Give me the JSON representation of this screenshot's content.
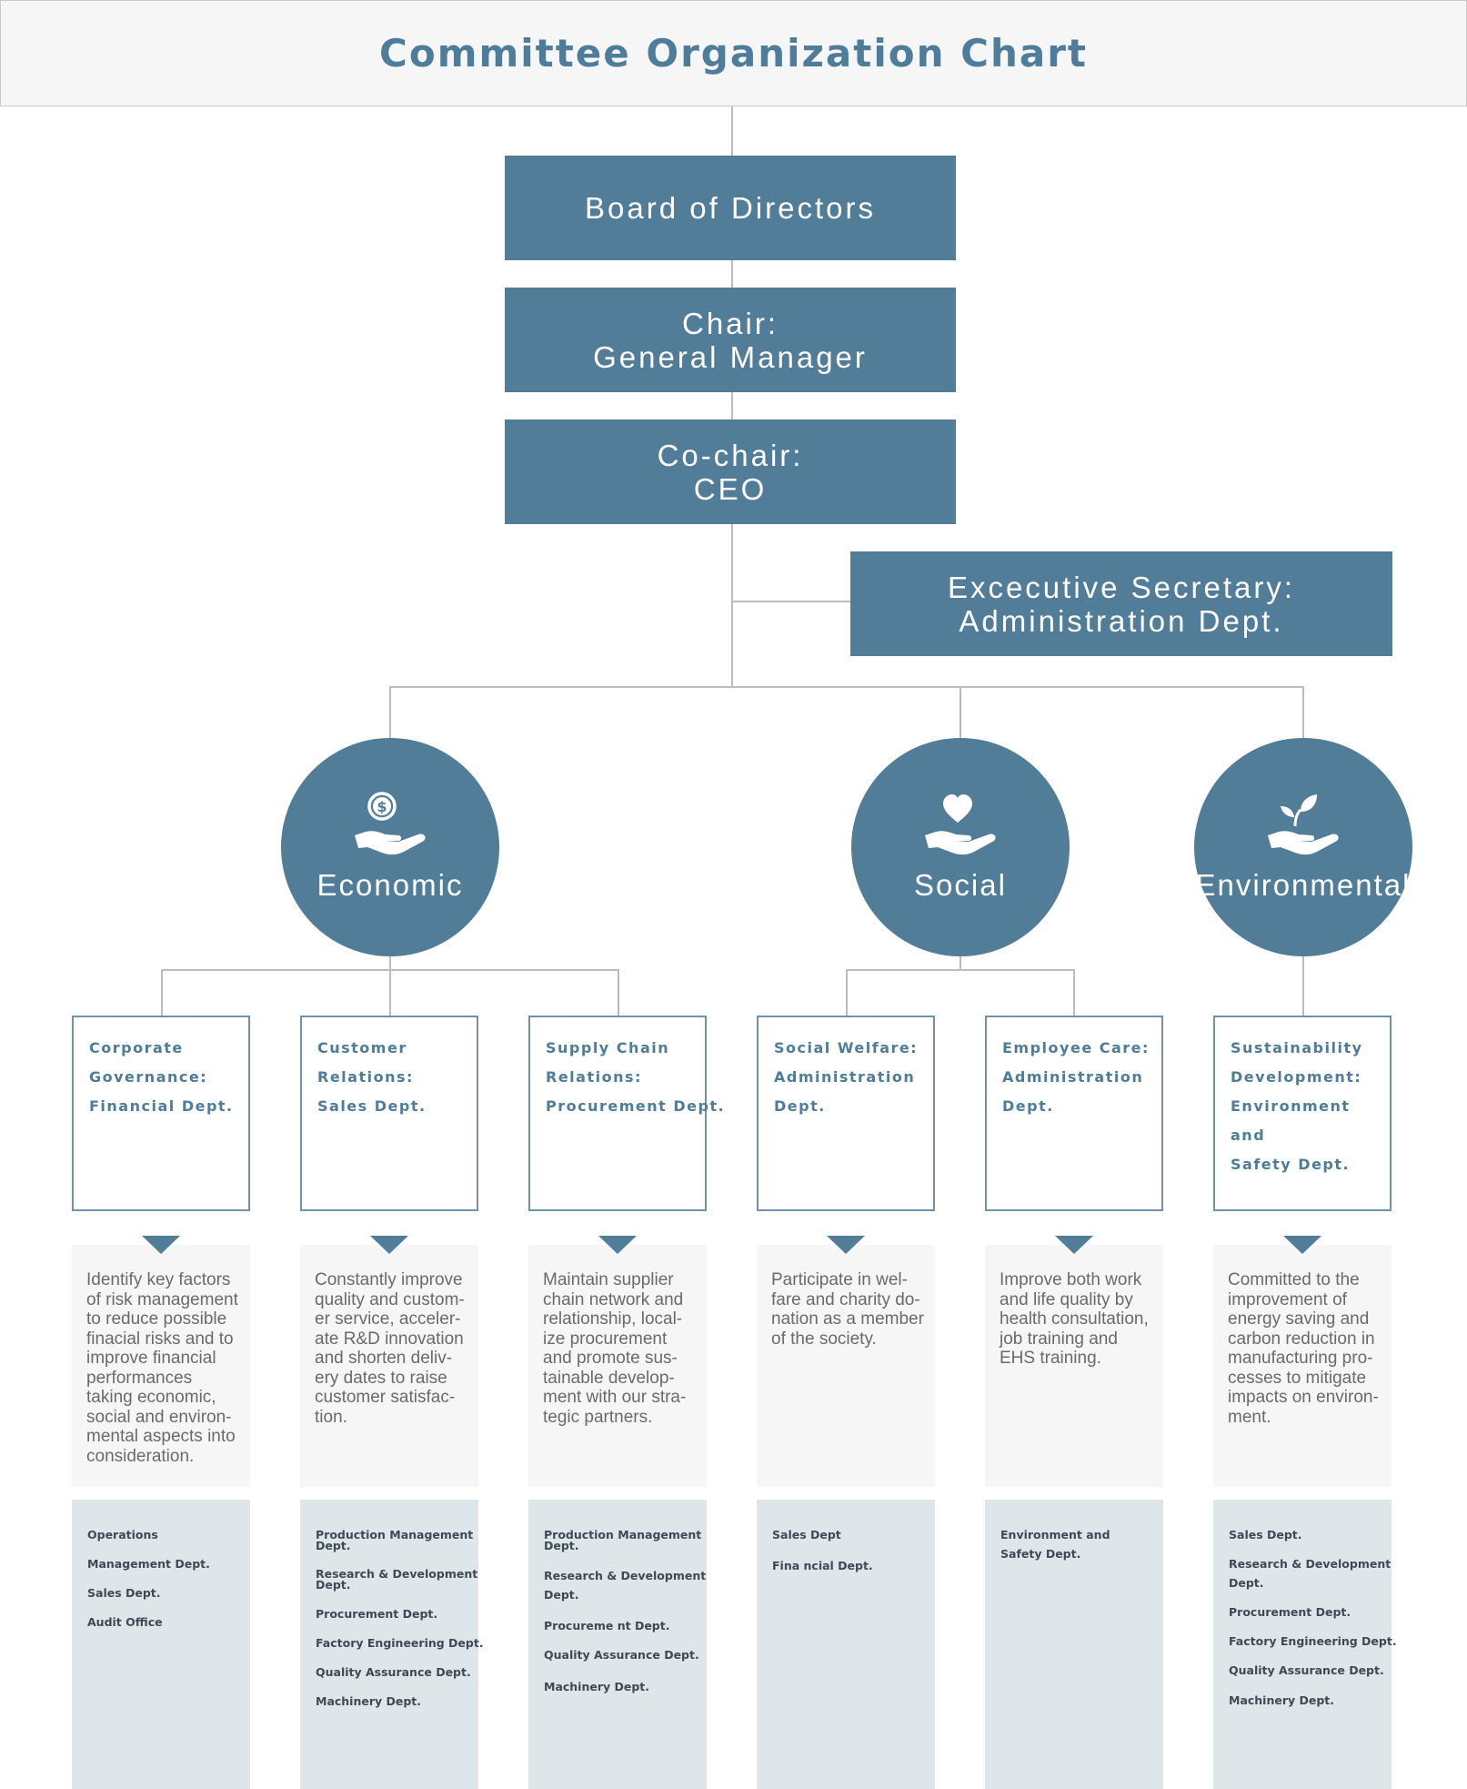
{
  "title": "Committee Organization Chart",
  "top_boxes": {
    "board": "Board of Directors",
    "chair_line1": "Chair:",
    "chair_line2": "General Manager",
    "cochair_line1": "Co-chair:",
    "cochair_line2": "CEO",
    "secretary_line1": "Excecutive Secretary:",
    "secretary_line2": "Administration Dept."
  },
  "pillars": [
    {
      "label": "Economic",
      "icon": "hand-dollar-icon"
    },
    {
      "label": "Social",
      "icon": "hand-heart-icon"
    },
    {
      "label": "Environmental",
      "icon": "hand-leaf-icon"
    }
  ],
  "departments": [
    {
      "title_lines": [
        "Corporate",
        "Governance:",
        "Financial Dept."
      ],
      "description_lines": [
        "Identify key factors",
        "of risk management",
        "to reduce possible",
        "finacial risks and to",
        "improve financial",
        "performances",
        "taking economic,",
        "social and environ-",
        "mental aspects into",
        "consideration."
      ],
      "members": [
        "Operations",
        "Management Dept.",
        "Sales Dept.",
        "Audit Office"
      ]
    },
    {
      "title_lines": [
        "Customer",
        "Relations:",
        "Sales Dept."
      ],
      "description_lines": [
        "Constantly improve",
        "quality and custom-",
        "er service, acceler-",
        "ate R&D innovation",
        "and shorten deliv-",
        "ery dates to raise",
        "customer satisfac-",
        "tion."
      ],
      "members": [
        "Production Management",
        "Dept.",
        "Research & Development",
        "Dept.",
        "Procurement Dept.",
        "Factory Engineering Dept.",
        "Quality Assurance Dept.",
        "Machinery Dept."
      ]
    },
    {
      "title_lines": [
        "Supply Chain",
        "Relations:",
        "Procurement Dept."
      ],
      "description_lines": [
        "Maintain supplier",
        "chain network and",
        "relationship, local-",
        "ize procurement",
        "and promote sus-",
        "tainable develop-",
        "ment with our stra-",
        "tegic partners."
      ],
      "members": [
        "Production Management",
        "Dept.",
        "Research & Development",
        "Dept.",
        "Procureme nt Dept.",
        "Quality Assurance Dept.",
        "Machinery Dept."
      ]
    },
    {
      "title_lines": [
        "Social Welfare:",
        "Administration",
        "Dept."
      ],
      "description_lines": [
        "Participate in wel-",
        "fare and charity do-",
        "nation as a member",
        "of the society."
      ],
      "members": [
        "Sales Dept",
        "Fina  ncial Dept."
      ]
    },
    {
      "title_lines": [
        "Employee Care:",
        "Administration",
        "Dept."
      ],
      "description_lines": [
        "Improve both work",
        "and life quality by",
        "health consultation,",
        "job training and",
        "EHS training."
      ],
      "members": [
        "Environment and",
        "Safety Dept."
      ]
    },
    {
      "title_lines": [
        "Sustainability",
        "Development:",
        "Environment and",
        "Safety Dept."
      ],
      "description_lines": [
        "Committed to the",
        "improvement of",
        "energy saving and",
        "carbon reduction in",
        "manufacturing pro-",
        "cesses to mitigate",
        "impacts on environ-",
        "ment."
      ],
      "members": [
        "Sales Dept.",
        "Research & Development",
        "Dept.",
        "Procurement Dept.",
        "Factory Engineering Dept.",
        "Quality Assurance Dept.",
        "Machinery Dept."
      ]
    }
  ],
  "colors": {
    "primary": "#527d99",
    "title_text": "#4e7c9b",
    "panel_light": "#f6f6f6",
    "panel_blue": "#dfe6ea"
  }
}
